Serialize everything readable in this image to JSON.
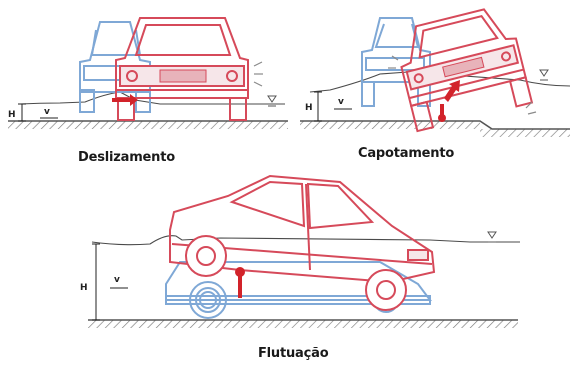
{
  "panels": {
    "deslizamento": {
      "caption": "Deslizamento",
      "depth_label": "H",
      "velocity_label": "v"
    },
    "capotamento": {
      "caption": "Capotamento",
      "depth_label": "H",
      "velocity_label": "v"
    },
    "flutuacao": {
      "caption": "Flutuação",
      "depth_label": "H",
      "velocity_label": "v"
    }
  },
  "colors": {
    "initial_car": "#7fa8d6",
    "moving_car": "#d64a5a",
    "force_arrow": "#d2232a",
    "water_line": "#4a4a4a",
    "ground": "#6a6a6a"
  },
  "icons": [
    "water-level-icon",
    "force-arrow-icon",
    "velocity-arrow-icon",
    "impact-mark-icon"
  ]
}
